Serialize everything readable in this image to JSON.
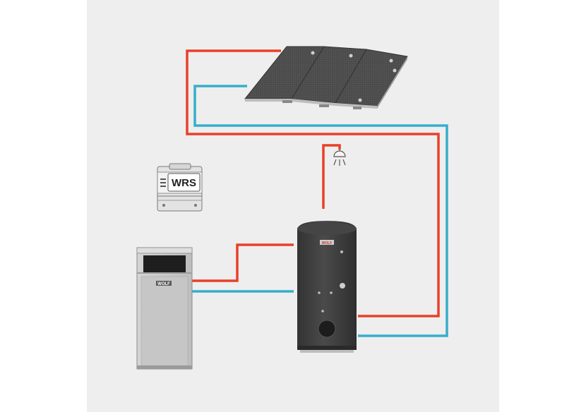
{
  "diagram": {
    "colors": {
      "background": "#eeeeee",
      "hot_pipe": "#e8402a",
      "cold_pipe": "#36aecb",
      "collector": "#4a4a4a",
      "tank": "#3d3d3d",
      "boiler_body": "#c8c8c8",
      "boiler_display": "#1e1e1e"
    },
    "components": {
      "solar_collector": {
        "icon": "solar-panel-icon"
      },
      "hot_water_tap": {
        "icon": "shower-icon"
      },
      "controller": {
        "label": "WRS",
        "icon": "controller-icon"
      },
      "boiler": {
        "badge": "WOLF",
        "icon": "boiler-icon"
      },
      "storage_tank": {
        "badge": "WOLF",
        "icon": "water-tank-icon"
      }
    }
  }
}
